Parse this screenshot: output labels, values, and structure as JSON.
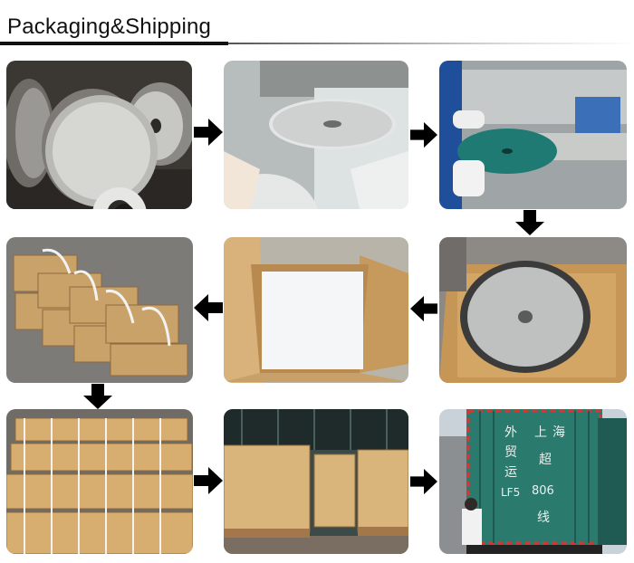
{
  "header": {
    "title": "Packaging&Shipping"
  },
  "truck": {
    "line1": "外",
    "line2": "贸",
    "line3": "运",
    "line4": "LF5",
    "side1": "上",
    "side2": "海",
    "side3": "超",
    "side4": "806",
    "side5": "线"
  },
  "colors": {
    "box": "#c9a26a",
    "box_dark": "#8f6a3b",
    "blade": "#c9cbcc",
    "truck": "#2b7a6e",
    "arrow": "#000000"
  }
}
